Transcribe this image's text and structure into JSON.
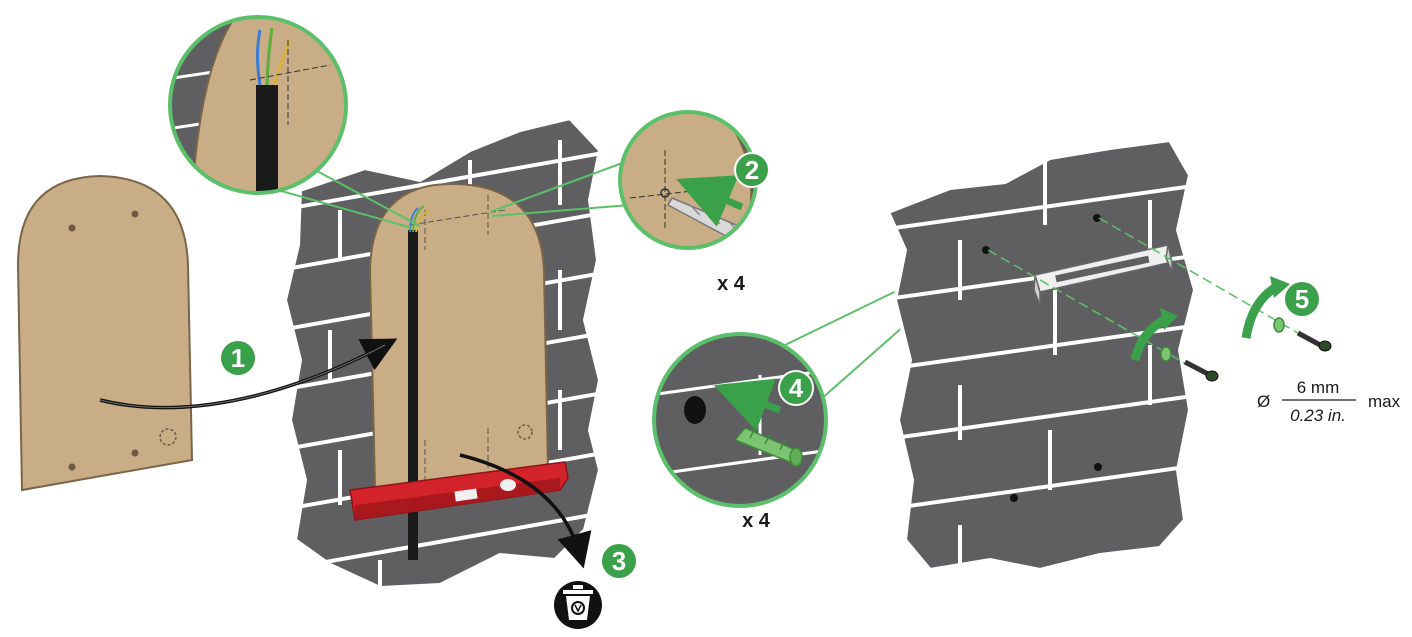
{
  "colors": {
    "board": "#c9ad86",
    "board_edge": "#7a6548",
    "wall": "#5f5f61",
    "mortar": "#ffffff",
    "accent_green": "#3aa04a",
    "callout_green": "#5cc06a",
    "level_red": "#d3232a",
    "cable": "#1a1a1a"
  },
  "steps": [
    {
      "number": "1"
    },
    {
      "number": "2",
      "quantity": "x 4"
    },
    {
      "number": "3",
      "icon": "recycle-bin-icon"
    },
    {
      "number": "4",
      "quantity": "x 4"
    },
    {
      "number": "5"
    }
  ],
  "dimension": {
    "symbol": "Ø",
    "metric": "6 mm",
    "imperial": "0.23 in.",
    "qualifier": "max"
  }
}
